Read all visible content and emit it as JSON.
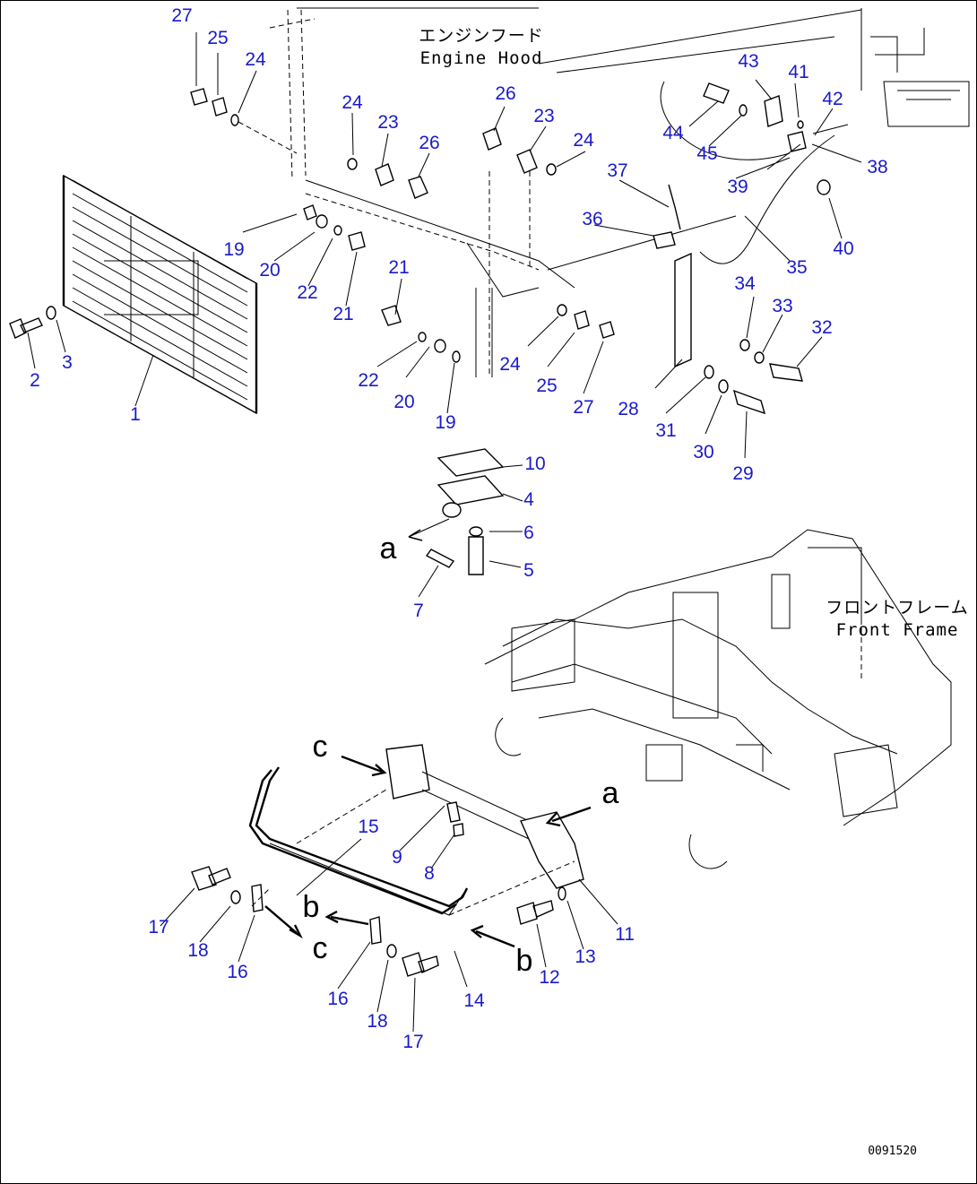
{
  "labels": {
    "engine_hood_jp": "エンジンフード",
    "engine_hood_en": "Engine Hood",
    "front_frame_jp": "フロントフレーム",
    "front_frame_en": "Front Frame",
    "drawing_code": "0091520"
  },
  "view_letters": [
    "a",
    "a",
    "b",
    "b",
    "c",
    "c"
  ],
  "callouts": [
    "1",
    "2",
    "3",
    "4",
    "5",
    "6",
    "7",
    "8",
    "9",
    "10",
    "11",
    "12",
    "13",
    "14",
    "15",
    "16",
    "16",
    "17",
    "17",
    "18",
    "18",
    "19",
    "19",
    "20",
    "20",
    "21",
    "21",
    "22",
    "22",
    "23",
    "23",
    "24",
    "24",
    "24",
    "24",
    "25",
    "25",
    "26",
    "26",
    "27",
    "27",
    "28",
    "29",
    "30",
    "31",
    "32",
    "33",
    "34",
    "35",
    "36",
    "37",
    "38",
    "39",
    "40",
    "41",
    "42",
    "43",
    "44",
    "45"
  ],
  "colors": {
    "callout": "#1a1acc",
    "line": "#000000",
    "background": "#ffffff"
  }
}
